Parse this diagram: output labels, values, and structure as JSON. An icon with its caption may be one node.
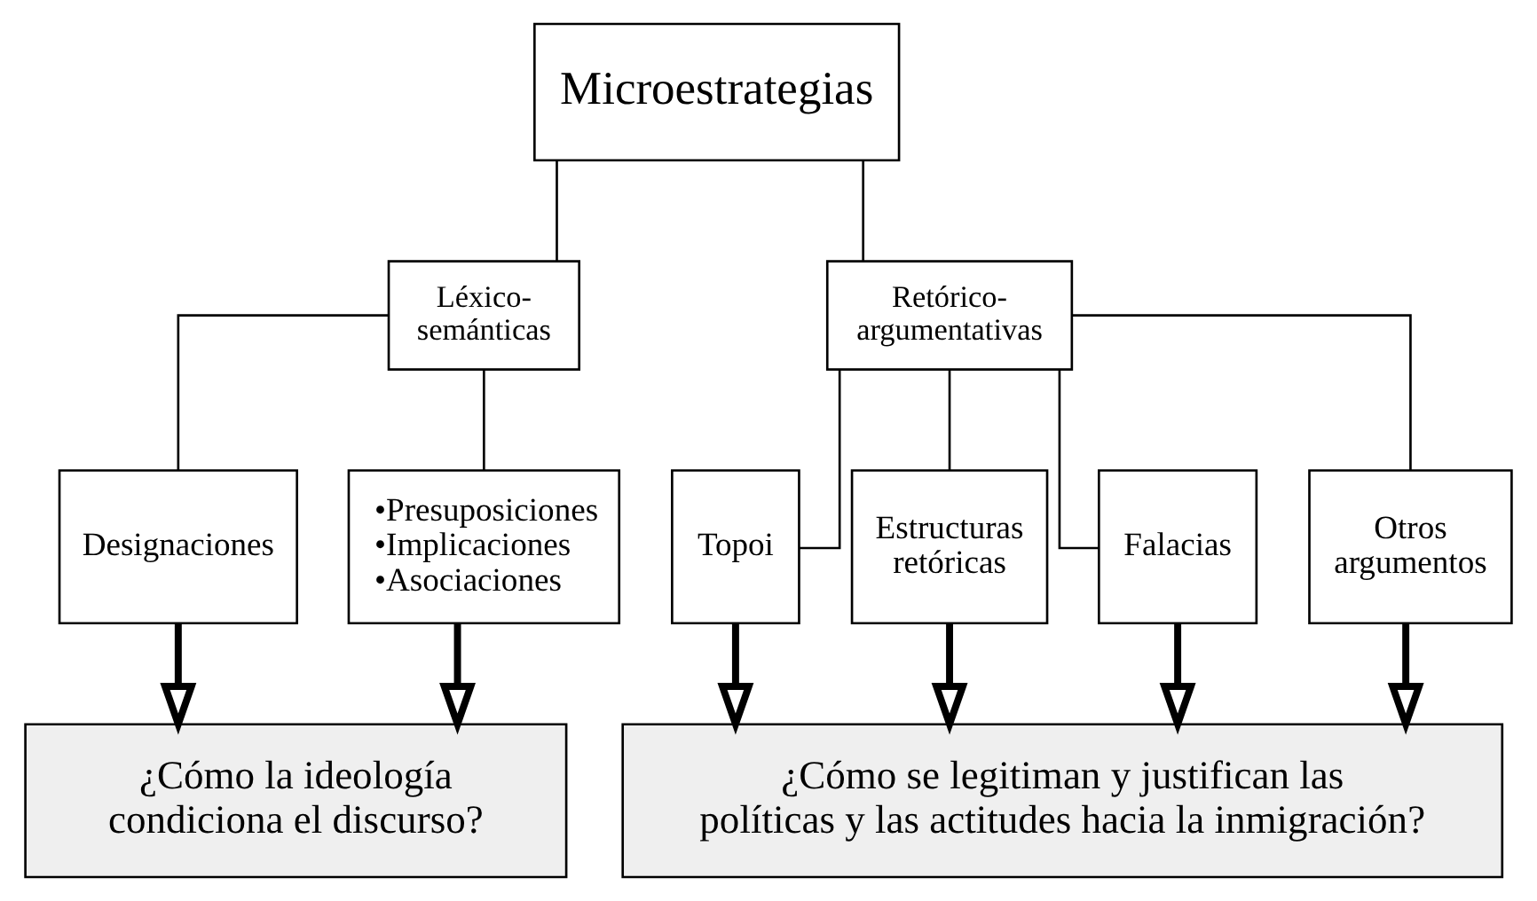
{
  "diagram": {
    "nodes": [
      {
        "text": [
          "Microestrategias"
        ]
      },
      {
        "text": [
          "Léxico-semánticas"
        ]
      },
      {
        "text": [
          "Retórico-argumentativas"
        ]
      },
      {
        "text": [
          "Designaciones"
        ]
      },
      {
        "text": [
          "•Presuposiciones",
          "•Implicaciones",
          "•Asociaciones"
        ]
      },
      {
        "text": [
          "Topoi"
        ]
      },
      {
        "text": [
          "Estructuras retóricas"
        ]
      },
      {
        "text": [
          "Falacias"
        ]
      },
      {
        "text": [
          "Otros argumentos"
        ]
      },
      {
        "text": [
          "¿Cómo la ideología condiciona el discurso?"
        ]
      },
      {
        "text": [
          "¿Cómo se legitiman y justifican las políticas y las actitudes hacia la inmigración?"
        ]
      }
    ],
    "edges": [
      {
        "from": 0,
        "to": 1,
        "arrow": "none"
      },
      {
        "from": 0,
        "to": 2,
        "arrow": "none"
      },
      {
        "from": 1,
        "to": 3,
        "arrow": "none"
      },
      {
        "from": 1,
        "to": 4,
        "arrow": "none"
      },
      {
        "from": 2,
        "to": 5,
        "arrow": "none"
      },
      {
        "from": 2,
        "to": 6,
        "arrow": "none"
      },
      {
        "from": 2,
        "to": 7,
        "arrow": "none"
      },
      {
        "from": 2,
        "to": 8,
        "arrow": "none"
      },
      {
        "from": 3,
        "to": 9,
        "arrow": "to",
        "style": "thick"
      },
      {
        "from": 4,
        "to": 9,
        "arrow": "to",
        "style": "thick"
      },
      {
        "from": 5,
        "to": 10,
        "arrow": "to",
        "style": "thick"
      },
      {
        "from": 6,
        "to": 10,
        "arrow": "to",
        "style": "thick"
      },
      {
        "from": 7,
        "to": 10,
        "arrow": "to",
        "style": "thick"
      },
      {
        "from": 8,
        "to": 10,
        "arrow": "to",
        "style": "thick"
      }
    ]
  }
}
